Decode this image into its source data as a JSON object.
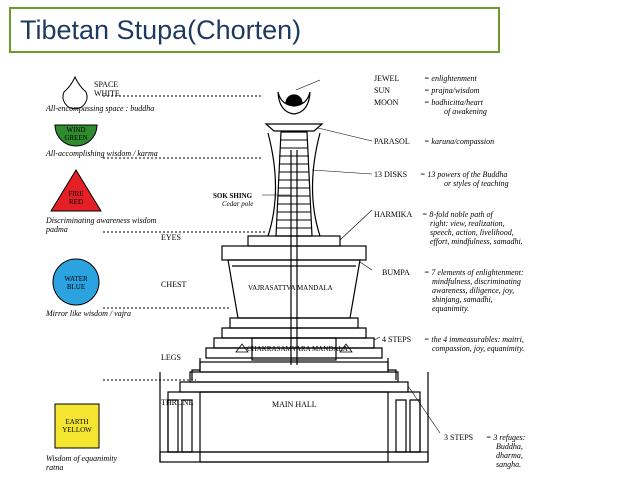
{
  "title": "Tibetan Stupa(Chorten)",
  "elements": {
    "space": {
      "name": "SPACE",
      "color_name": "WHITE",
      "desc": "All-encompassing space : buddha",
      "color": "#ffffff"
    },
    "wind": {
      "name": "WIND",
      "color_name": "GREEN",
      "desc": "All-accomplishing wisdom / karma",
      "color": "#2e8b2e"
    },
    "fire": {
      "name": "FIRE",
      "color_name": "RED",
      "desc1": "Discriminating awareness wisdom",
      "desc2": "padma",
      "color": "#e41f26"
    },
    "water": {
      "name": "WATER",
      "color_name": "BLUE",
      "desc": "Mirror like wisdom / vajra",
      "color": "#2aa3e0"
    },
    "earth": {
      "name": "EARTH",
      "color_name": "YELLOW",
      "desc1": "Wisdom of equanimity",
      "desc2": "ratna",
      "color": "#f4e531"
    }
  },
  "body_labels": {
    "eyes": "EYES",
    "chest": "CHEST",
    "legs": "LEGS",
    "throne": "THRONE",
    "sok_shing": "SOK SHING",
    "cedar_pole": "Cedar pole",
    "vajrasattva": "VAJRASATTVA MANDALA",
    "chakrasamvara": "CHAKRASAMVARA MANDALA",
    "main_hall": "MAIN HALL"
  },
  "legend": {
    "jewel": {
      "term": "JEWEL",
      "meaning": "= enlightenment"
    },
    "sun": {
      "term": "SUN",
      "meaning": "= prajna/wisdom"
    },
    "moon": {
      "term": "MOON",
      "meaning1": "= bodhicitta/heart",
      "meaning2": "of awakening"
    },
    "parasol": {
      "term": "PARASOL",
      "meaning": "= karuna/compassion"
    },
    "disks": {
      "term": "13 DISKS",
      "meaning1": "= 13 powers of the Buddha",
      "meaning2": "or styles of teaching"
    },
    "harmika": {
      "term": "HARMIKA",
      "meaning1": "= 8-fold noble path of",
      "meaning2": "right: view, realization,",
      "meaning3": "speech, action, livelihood,",
      "meaning4": "effort, mindfulness, samadhi."
    },
    "bumpa": {
      "term": "BUMPA",
      "meaning1": "= 7 elements of enlightenment:",
      "meaning2": "mindfulness, discriminating",
      "meaning3": "awareness, diligence, joy,",
      "meaning4": "shinjang, samadhi,",
      "meaning5": "equanimity."
    },
    "four_steps": {
      "term": "4 STEPS",
      "meaning1": "= the 4 immeasurables: maitri,",
      "meaning2": "compassion, joy, equanimity."
    },
    "three_steps": {
      "term": "3 STEPS",
      "meaning1": "= 3 refuges:",
      "meaning2": "Buddha,",
      "meaning3": "dharma,",
      "meaning4": "sangha."
    }
  },
  "colors": {
    "title": "#1f3a5f",
    "border": "#6e9a2c"
  }
}
